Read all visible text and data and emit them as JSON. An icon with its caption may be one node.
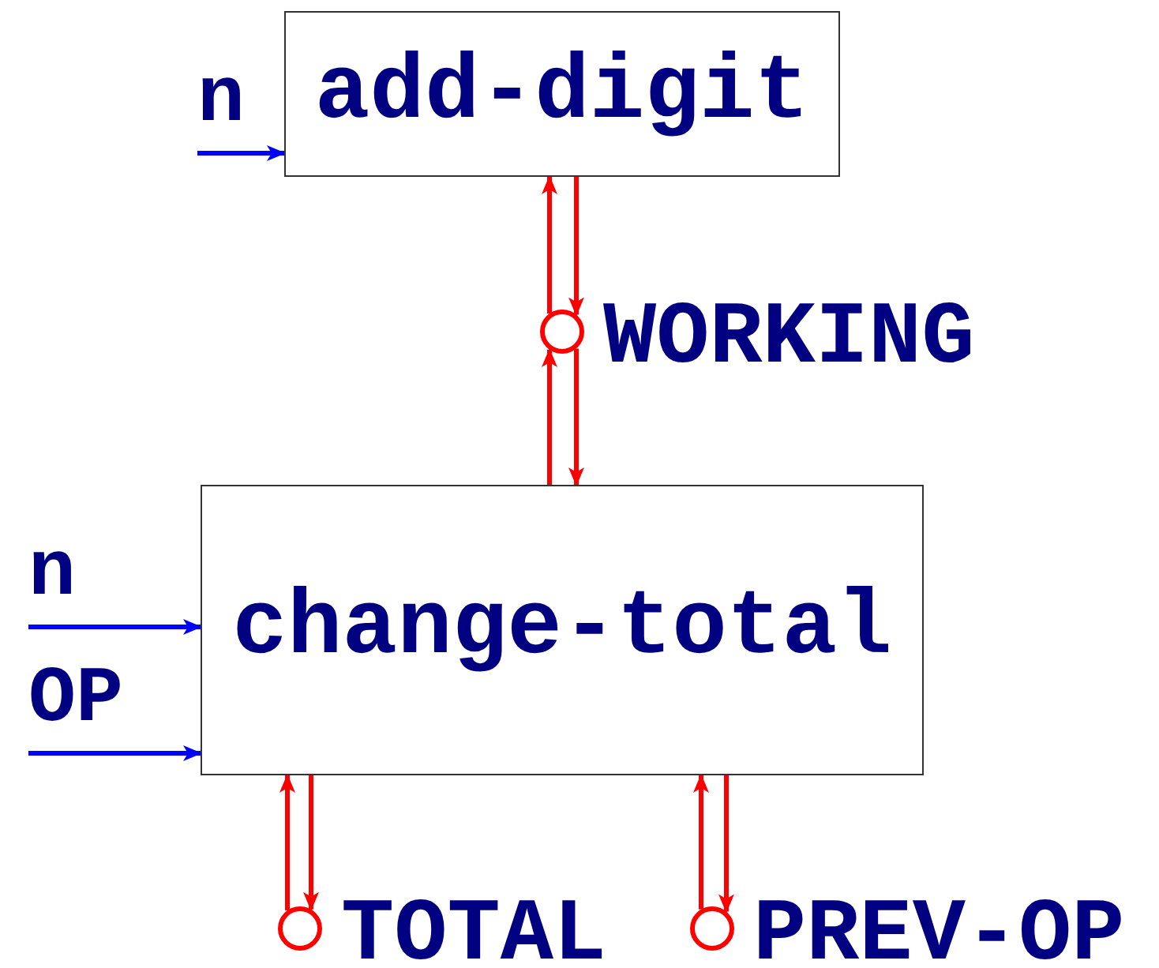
{
  "diagram": {
    "nodes": [
      {
        "text": [
          "add-digit"
        ]
      },
      {
        "text": [],
        "shape": "circle",
        "beside": [
          "WORKING"
        ]
      },
      {
        "text": [
          "change-total"
        ]
      },
      {
        "text": [],
        "shape": "circle",
        "beside": [
          "TOTAL"
        ]
      },
      {
        "text": [],
        "shape": "circle",
        "beside": [
          "PREV-OP"
        ]
      }
    ],
    "edges": [
      {
        "from": null,
        "to": 0,
        "arrow": "to",
        "label": "n",
        "color": "#0000ff"
      },
      {
        "from": 1,
        "to": 0,
        "arrow": "to"
      },
      {
        "from": 0,
        "to": 1,
        "arrow": "to"
      },
      {
        "from": 2,
        "to": 1,
        "arrow": "to"
      },
      {
        "from": 1,
        "to": 2,
        "arrow": "to"
      },
      {
        "from": null,
        "to": 2,
        "arrow": "to",
        "label": "n",
        "color": "#0000ff"
      },
      {
        "from": null,
        "to": 2,
        "arrow": "to",
        "label": "OP",
        "color": "#0000ff"
      },
      {
        "from": 3,
        "to": 2,
        "arrow": "to"
      },
      {
        "from": 2,
        "to": 3,
        "arrow": "to"
      },
      {
        "from": 4,
        "to": 2,
        "arrow": "to"
      },
      {
        "from": 2,
        "to": 4,
        "arrow": "to"
      }
    ]
  }
}
